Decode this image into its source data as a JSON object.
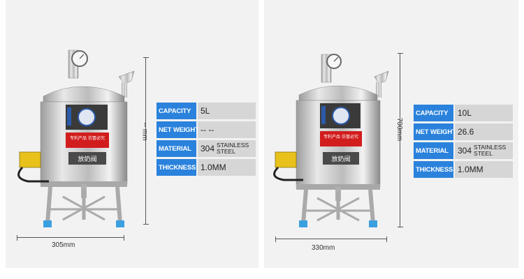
{
  "panels": [
    {
      "height_label": "-- mm",
      "width_label": "305mm",
      "specs": [
        {
          "label": "CAPACITY",
          "value": "5L"
        },
        {
          "label": "NET WEIGHT",
          "value": "-- --"
        },
        {
          "label": "MATERIAL",
          "value_main": "304",
          "value_small_1": "STAINLESS",
          "value_small_2": "STEEL"
        },
        {
          "label": "THICKNESS",
          "value": "1.0MM"
        }
      ]
    },
    {
      "height_label": "700mm",
      "width_label": "330mm",
      "specs": [
        {
          "label": "CAPACITY",
          "value": "10L"
        },
        {
          "label": "NET WEIGHT",
          "value": "26.6"
        },
        {
          "label": "MATERIAL",
          "value_main": "304",
          "value_small_1": "STAINLESS",
          "value_small_2": "STEEL"
        },
        {
          "label": "THICKNESS",
          "value": "1.0MM"
        }
      ]
    }
  ],
  "tank_labels": {
    "banner": "专利产品 仿冒必究",
    "valve_sign": "放奶阀"
  },
  "colors": {
    "label_blue": "#2a82dc",
    "value_gray": "#d6d6d6",
    "panel_bg": "#f2f2f2"
  }
}
